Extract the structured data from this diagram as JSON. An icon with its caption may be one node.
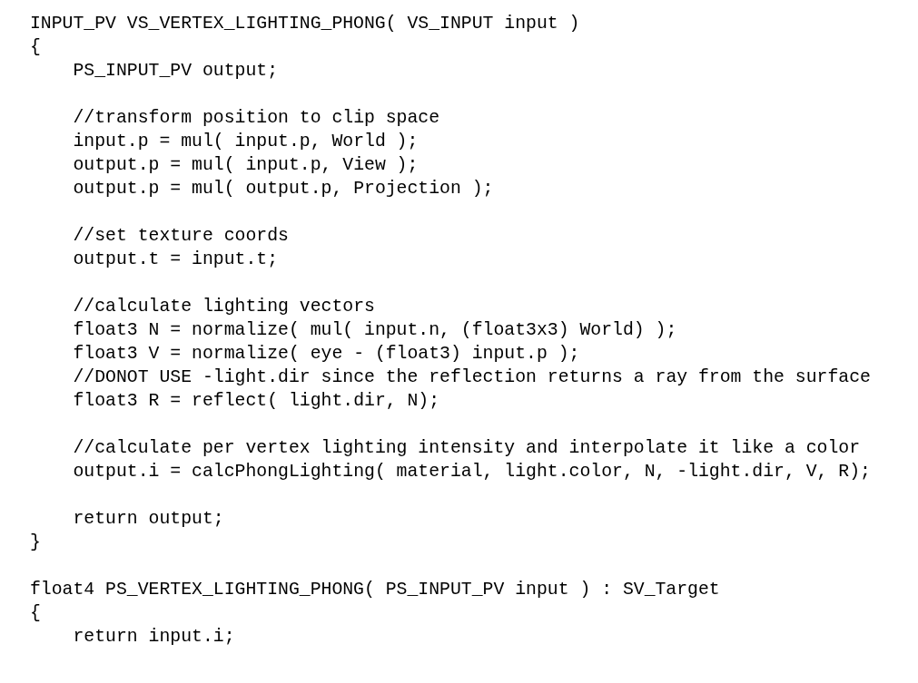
{
  "diagram": {
    "labels": [
      "INPUT_PV VS_VERTEX_LIGHTING_PHONG( VS_INPUT input )",
      "{",
      "PS_INPUT_PV output;",
      "//transform position to clip space",
      "input.p = mul( input.p, World );",
      "output.p = mul( input.p, View );",
      "output.p = mul( output.p, Projection );",
      "//set texture coords",
      "output.t = input.t;",
      "//calculate lighting vectors",
      "float3 N = normalize( mul( input.n, (float3x3) World) );",
      "float3 V = normalize( eye - (float3) input.p );",
      "//DONOT USE -light.dir since the reflection returns a ray from the surface",
      "float3 R = reflect( light.dir, N);",
      "//calculate per vertex lighting intensity and interpolate it like a color",
      "output.i = calcPhongLighting( material, light.color, N, -light.dir, V, R);",
      "return output;",
      "}",
      "float4 PS_VERTEX_LIGHTING_PHONG( PS_INPUT_PV input ) : SV_Target",
      "{",
      "return input.i;"
    ]
  }
}
